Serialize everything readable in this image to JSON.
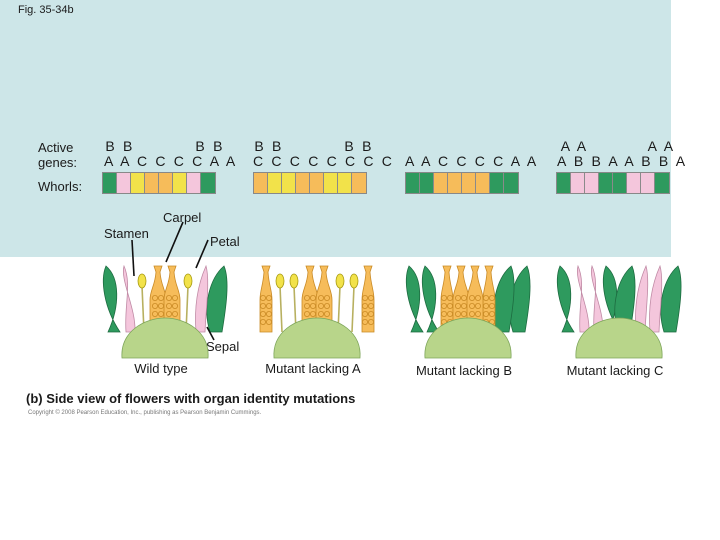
{
  "figure_label": "Fig. 35-34b",
  "labels": {
    "active_genes": "Active\ngenes:",
    "whorls": "Whorls:",
    "carpel": "Carpel",
    "stamen": "Stamen",
    "petal": "Petal",
    "sepal": "Sepal"
  },
  "columns": [
    {
      "gene_top": "B B          B B",
      "gene_bottom": "A A C C C C A A",
      "whorls": [
        "sepal",
        "petal",
        "stamen",
        "carpel",
        "carpel",
        "stamen",
        "petal",
        "sepal"
      ],
      "caption": "Wild type"
    },
    {
      "gene_top": "B B          B B",
      "gene_bottom": "C C C C C C C C",
      "whorls": [
        "carpel",
        "stamen",
        "stamen",
        "carpel",
        "carpel",
        "stamen",
        "stamen",
        "carpel"
      ],
      "caption": "Mutant lacking A"
    },
    {
      "gene_top": "",
      "gene_bottom": "A A C C C C A A",
      "whorls": [
        "sepal",
        "sepal",
        "carpel",
        "carpel",
        "carpel",
        "carpel",
        "sepal",
        "sepal"
      ],
      "caption": "Mutant lacking B"
    },
    {
      "gene_top": "A A          A A",
      "gene_bottom": "A B B A A B B A",
      "whorls": [
        "sepal",
        "petal",
        "petal",
        "sepal",
        "sepal",
        "petal",
        "petal",
        "sepal"
      ],
      "caption": "Mutant lacking C"
    }
  ],
  "colors": {
    "panel": "#cde6e8",
    "sepal": "#2e9a5e",
    "petal": "#f4c6dc",
    "stamen": "#f2e24a",
    "carpel": "#f6bc5a",
    "receptacle": "#b8d58a"
  },
  "bottom_caption": "(b) Side view of flowers with organ identity mutations",
  "copyright": "Copyright © 2008 Pearson Education, Inc., publishing as Pearson Benjamin Cummings."
}
